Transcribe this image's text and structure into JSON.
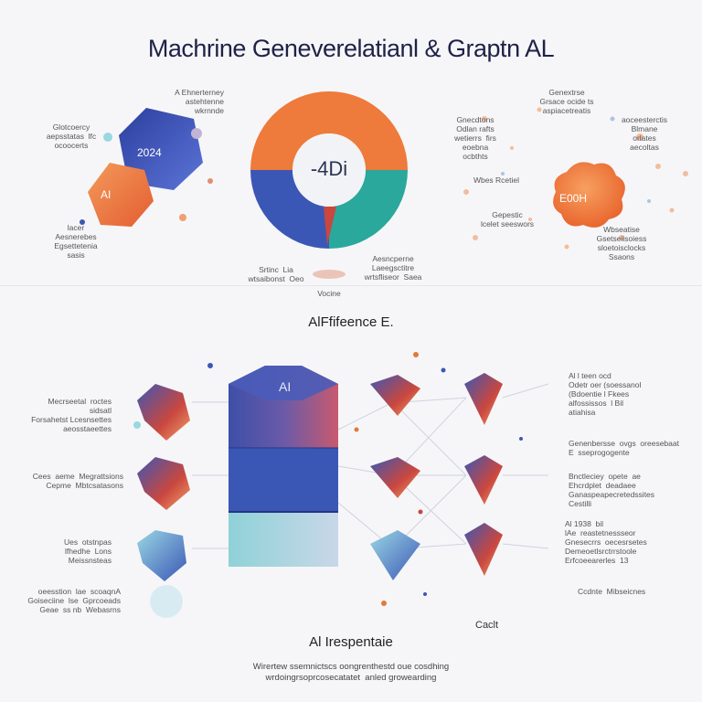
{
  "title": "Machrine Geneverelatianl & Graptn  AL",
  "donut": {
    "center": "-4Di",
    "slices": [
      {
        "value": 50,
        "color": "#ee7a3b"
      },
      {
        "value": 25,
        "color": "#2aa89c"
      },
      {
        "value": 25,
        "color": "#3b57b5"
      }
    ],
    "accent_color": "#c9473f"
  },
  "top_left": {
    "shape_blue_text": "2024",
    "shape_orange_text": "AI",
    "labels": [
      "A Ehnerterney\nastehtenne\nwkrnnde",
      "Glotcoercy\naepsstatas  lfc\nocoocerts",
      "lacer\nAesnerebes\nEgsettetenia\nsasis"
    ]
  },
  "top_right": {
    "blob_text": "E00H",
    "labels": [
      "Genextrse\nGrsace ocide ts\naspiacetreatis",
      "Gnecdtons\nOdlan rafts\nwetierrs  firs\neoebna\nocbthts",
      "aoceesterctis\nBlmane\norlates\naecoltas",
      "Wbes Rcetiel",
      "Gepestic\nlcelet seeswors",
      "Wbseatise\nGsetseiisoiess\nsloetoisclocks\nSsaons"
    ]
  },
  "donut_labels": {
    "left": "Srtinc  Lia\nwtsaibonst  Oeo",
    "right": "Aesncperne\nLaeegsctitre\nwrtsfliseor  Saea",
    "bottom": "Vocine"
  },
  "section_title": "AlFfifeence E.",
  "left_labels": [
    "Mecrseetal  roctes\nsidsatl\nForsahetst Lcesnsettes\naeosstaeettes",
    "Cees  aeme  Megrattsions\nCepme  Mbtcsatasons",
    "Ues  otstnpas\nlfhedhe  Lons\nMeissnsteas",
    "oeesstion  lae  scoaqnA\nGoiseciine  lse  Gprcoeads\nGeae  ss nb  Webasrns"
  ],
  "right_labels": [
    "Al l teen ocd\nOdetr oer (soessanol\n(Bdoentie l Fkees\nalfossissos  l Bil\natiahisa",
    "Genenbersse  ovgs  oreesebaat\nE  sseprogogente",
    "Bnctleciey  opete  ae\nEhcrdplet  deadaee\nGanaspeapecretedssites\nCestilli",
    "Al 1938  bil\nlAe  reastetnessseor\nGnesecrrs  oecesrsetes\nDemeoetlsrctrrstoole\nErfcoeearerles  13",
    "Ccdnte  Mibseicnes"
  ],
  "small_note": "Caclt",
  "footer_title": "Al  Irespentaie",
  "footer_note": "Wirertew ssemnictscs oongrenthestd oue cosdhing\nwrdoingrsoprcosecatatet  anled growearding"
}
